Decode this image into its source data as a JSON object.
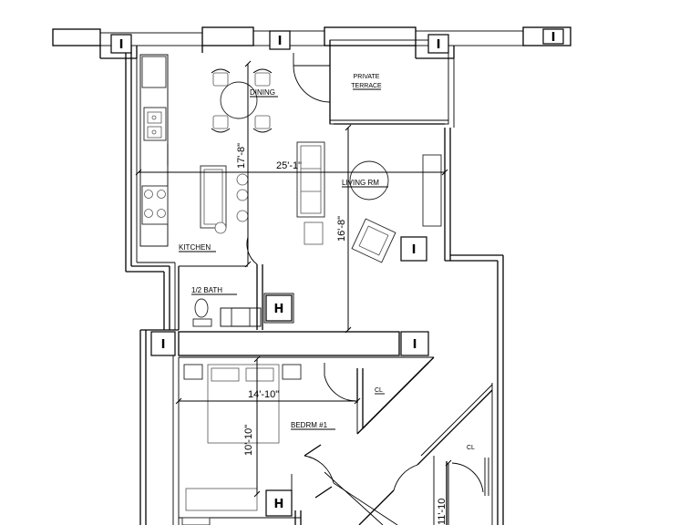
{
  "rooms": {
    "dining": "DINING",
    "private_terrace_line1": "PRIVATE",
    "private_terrace_line2": "TERRACE",
    "living_rm": "LIVING RM",
    "kitchen": "KITCHEN",
    "half_bath": "1/2 BATH",
    "bedroom_1": "BEDRM #1",
    "closet_1": "CL",
    "closet_2": "CL"
  },
  "dimensions": {
    "width_main": "25'-1\"",
    "height_kitchen": "17'-8\"",
    "height_living": "16'-8\"",
    "width_bedroom": "14'-10\"",
    "height_bedroom": "10'-10\"",
    "partial_right": "11'-10"
  },
  "symbols": {
    "column": "I",
    "hvac": "H"
  }
}
